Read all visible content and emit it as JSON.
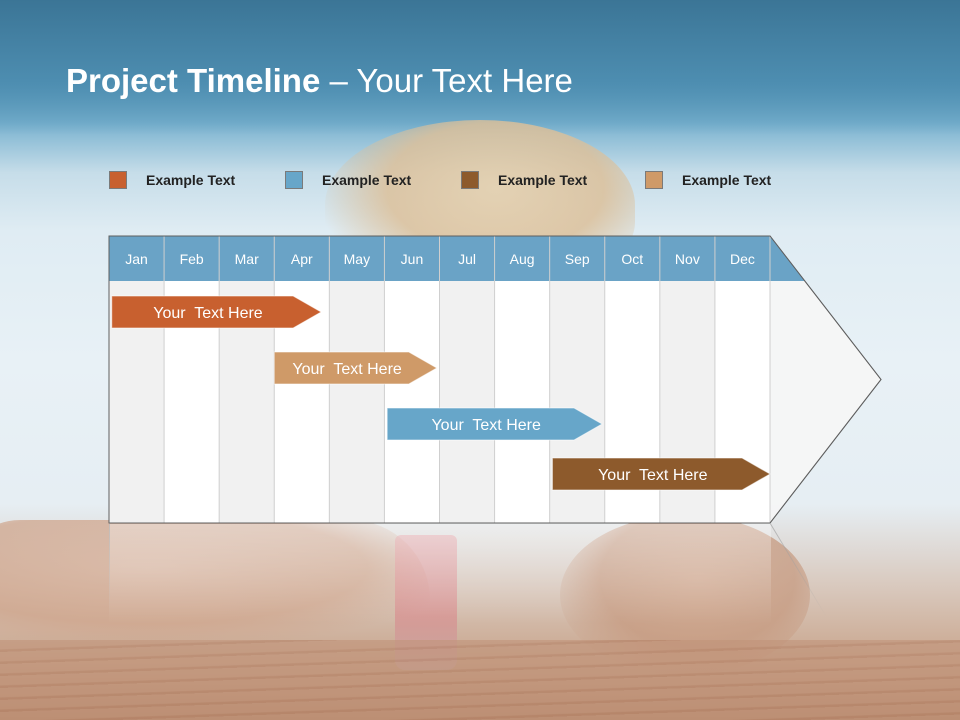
{
  "title": {
    "bold": "Project Timeline",
    "rest": " – Your Text Here"
  },
  "colors": {
    "orange": "#c8602f",
    "blue": "#67a6c9",
    "brown": "#8d5a2c",
    "tan": "#cf9a68",
    "header": "#6aa3c6"
  },
  "legend": [
    {
      "label": "Example Text",
      "color": "#c8602f"
    },
    {
      "label": "Example Text",
      "color": "#67a6c9"
    },
    {
      "label": "Example Text",
      "color": "#8d5a2c"
    },
    {
      "label": "Example Text",
      "color": "#cf9a68"
    }
  ],
  "chart_data": {
    "type": "gantt",
    "months": [
      "Jan",
      "Feb",
      "Mar",
      "Apr",
      "May",
      "Jun",
      "Jul",
      "Aug",
      "Sep",
      "Oct",
      "Nov",
      "Dec"
    ],
    "tasks": [
      {
        "label": "Your  Text Here",
        "start": 0.05,
        "end": 3.85,
        "color": "#c8602f"
      },
      {
        "label": "Your  Text Here",
        "start": 3.0,
        "end": 5.95,
        "color": "#cf9a68"
      },
      {
        "label": "Your  Text Here",
        "start": 5.05,
        "end": 8.95,
        "color": "#67a6c9"
      },
      {
        "label": "Your  Text Here",
        "start": 8.05,
        "end": 12.0,
        "color": "#8d5a2c"
      }
    ]
  }
}
